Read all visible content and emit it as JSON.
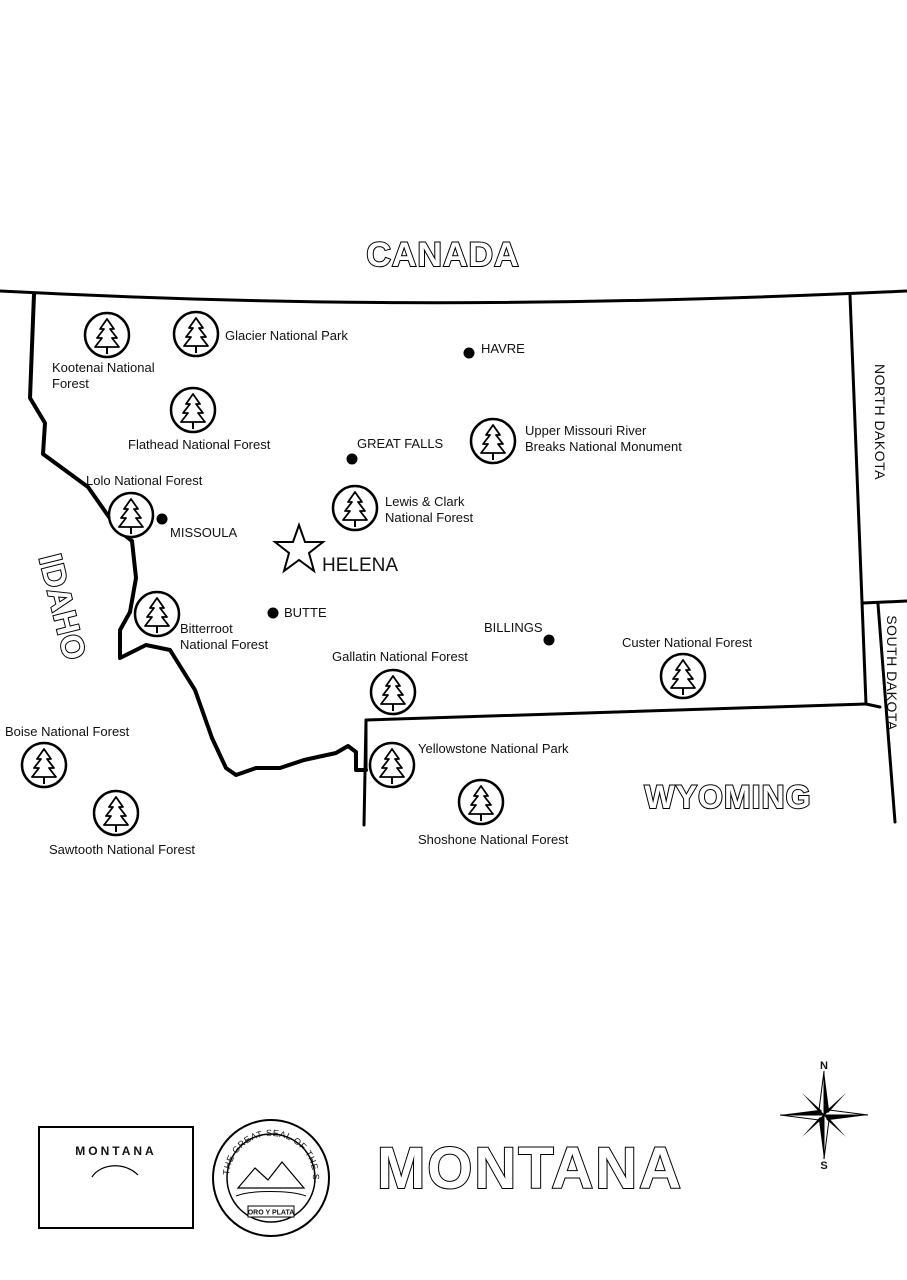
{
  "neighbors": {
    "north": "CANADA",
    "west": "IDAHO",
    "south": "WYOMING",
    "east_north": "NORTH DAKOTA",
    "east_south": "SOUTH DAKOTA"
  },
  "capital": "HELENA",
  "cities": [
    "HAVRE",
    "GREAT FALLS",
    "MISSOULA",
    "BUTTE",
    "BILLINGS"
  ],
  "parks": {
    "kootenai": [
      "Kootenai National",
      "Forest"
    ],
    "glacier": [
      "Glacier National Park"
    ],
    "flathead": [
      "Flathead National Forest"
    ],
    "lolo": [
      "Lolo National Forest"
    ],
    "upper_missouri": [
      "Upper Missouri River",
      "Breaks National Monument"
    ],
    "lewis_clark": [
      "Lewis & Clark",
      "National Forest"
    ],
    "bitterroot": [
      "Bitterroot",
      "National Forest"
    ],
    "gallatin": [
      "Gallatin National Forest"
    ],
    "custer": [
      "Custer National Forest"
    ],
    "boise": [
      "Boise National Forest"
    ],
    "yellowstone": [
      "Yellowstone National Park"
    ],
    "sawtooth": [
      "Sawtooth National Forest"
    ],
    "shoshone": [
      "Shoshone National Forest"
    ]
  },
  "inset_label": "MONTANA",
  "title": "MONTANA",
  "compass": {
    "north": "N",
    "south": "S"
  },
  "seal": {
    "ring_text": "THE GREAT SEAL OF THE STATE OF MONTANA",
    "motto": "ORO Y PLATA"
  },
  "icons": [
    "tree-icon",
    "star-icon",
    "city-dot-icon",
    "compass-rose-icon",
    "state-seal-icon"
  ]
}
